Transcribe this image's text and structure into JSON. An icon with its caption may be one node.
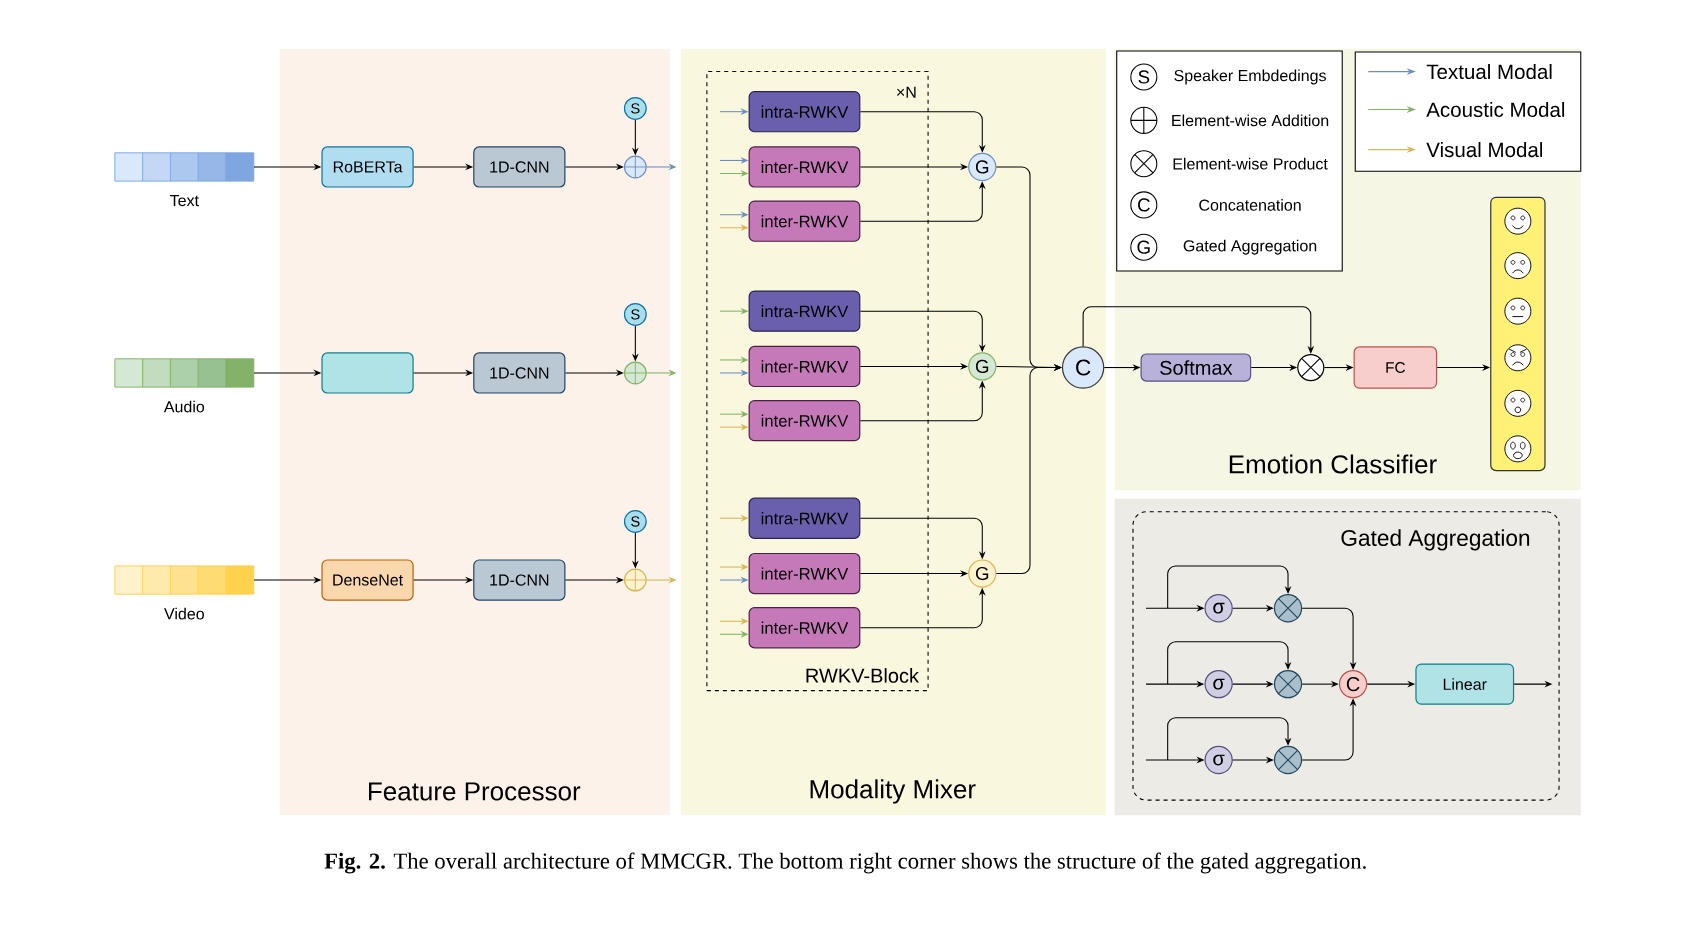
{
  "diagram": {
    "caption": "**Fig. 2.** The overall architecture of MMCGR. The bottom right corner shows the structure of the gated aggregation.",
    "nodes": [
      {
        "text": [
          "Feature Processor"
        ]
      },
      {
        "text": [
          "Modality Mixer"
        ]
      },
      {
        "text": [
          "Emotion Classifier"
        ]
      },
      {
        "text": [
          "Gated Aggregation"
        ]
      },
      {
        "text": [
          "×N",
          "RWKV-Block"
        ],
        "in": 1
      },
      {
        "text": [],
        "shape": "bar",
        "beside": [
          "Text"
        ]
      },
      {
        "text": [
          "RoBERTa"
        ],
        "in": 0
      },
      {
        "text": [
          "1D-CNN"
        ],
        "in": 0
      },
      {
        "text": [
          "S"
        ],
        "in": 0
      },
      {
        "text": [],
        "shape": "circle",
        "in": 0
      },
      {
        "text": [],
        "shape": "bar",
        "beside": [
          "Audio"
        ]
      },
      {
        "text": [],
        "shape": "box",
        "in": 0
      },
      {
        "text": [
          "1D-CNN"
        ],
        "in": 0
      },
      {
        "text": [
          "S"
        ],
        "in": 0
      },
      {
        "text": [],
        "shape": "circle",
        "in": 0
      },
      {
        "text": [],
        "shape": "bar",
        "beside": [
          "Video"
        ]
      },
      {
        "text": [
          "DenseNet"
        ],
        "in": 0
      },
      {
        "text": [
          "1D-CNN"
        ],
        "in": 0
      },
      {
        "text": [
          "S"
        ],
        "in": 0
      },
      {
        "text": [],
        "shape": "circle",
        "in": 0
      },
      {
        "text": [
          "intra-RWKV"
        ],
        "in": 4
      },
      {
        "text": [
          "inter-RWKV"
        ],
        "in": 4
      },
      {
        "text": [
          "inter-RWKV"
        ],
        "in": 4
      },
      {
        "text": [
          "intra-RWKV"
        ],
        "in": 4
      },
      {
        "text": [
          "inter-RWKV"
        ],
        "in": 4
      },
      {
        "text": [
          "inter-RWKV"
        ],
        "in": 4
      },
      {
        "text": [
          "intra-RWKV"
        ],
        "in": 4
      },
      {
        "text": [
          "inter-RWKV"
        ],
        "in": 4
      },
      {
        "text": [
          "inter-RWKV"
        ],
        "in": 4
      },
      {
        "text": [
          "G"
        ],
        "in": 1
      },
      {
        "text": [
          "G"
        ],
        "in": 1
      },
      {
        "text": [
          "G"
        ],
        "in": 1
      },
      {
        "text": [
          "C"
        ],
        "in": 1
      },
      {
        "text": [
          "Softmax"
        ],
        "in": 2
      },
      {
        "text": [],
        "shape": "circle",
        "in": 2
      },
      {
        "text": [
          "FC"
        ],
        "in": 2
      },
      {
        "text": [],
        "shape": "bar",
        "in": 2
      },
      {
        "text": [
          "σ"
        ],
        "in": 3
      },
      {
        "text": [
          "σ"
        ],
        "in": 3
      },
      {
        "text": [
          "σ"
        ],
        "in": 3
      },
      {
        "text": [],
        "shape": "circle",
        "in": 3
      },
      {
        "text": [],
        "shape": "circle",
        "in": 3
      },
      {
        "text": [],
        "shape": "circle",
        "in": 3
      },
      {
        "text": [
          "C"
        ],
        "in": 3
      },
      {
        "text": [
          "Linear"
        ],
        "in": 3
      }
    ],
    "edges": [
      {
        "from": 5,
        "to": 6,
        "arrow": "to"
      },
      {
        "from": 6,
        "to": 7,
        "arrow": "to"
      },
      {
        "from": 7,
        "to": 9,
        "arrow": "to"
      },
      {
        "from": 8,
        "to": 9,
        "arrow": "to"
      },
      {
        "from": 9,
        "to": null,
        "arrow": "to",
        "color": "#6c8ebf"
      },
      {
        "from": 10,
        "to": 11,
        "arrow": "to"
      },
      {
        "from": 11,
        "to": 12,
        "arrow": "to"
      },
      {
        "from": 12,
        "to": 14,
        "arrow": "to"
      },
      {
        "from": 13,
        "to": 14,
        "arrow": "to"
      },
      {
        "from": 14,
        "to": null,
        "arrow": "to",
        "color": "#82b366"
      },
      {
        "from": 15,
        "to": 16,
        "arrow": "to"
      },
      {
        "from": 16,
        "to": 17,
        "arrow": "to"
      },
      {
        "from": 17,
        "to": 19,
        "arrow": "to"
      },
      {
        "from": 18,
        "to": 19,
        "arrow": "to"
      },
      {
        "from": 19,
        "to": null,
        "arrow": "to",
        "color": "#d6b656"
      },
      {
        "from": null,
        "to": 20,
        "arrow": "to",
        "color": "#6c8ebf"
      },
      {
        "from": null,
        "to": 21,
        "arrow": "to",
        "color": "#6c8ebf"
      },
      {
        "from": null,
        "to": 21,
        "arrow": "to",
        "color": "#82b366"
      },
      {
        "from": null,
        "to": 22,
        "arrow": "to",
        "color": "#6c8ebf"
      },
      {
        "from": null,
        "to": 22,
        "arrow": "to",
        "color": "#d6b656"
      },
      {
        "from": null,
        "to": 23,
        "arrow": "to",
        "color": "#82b366"
      },
      {
        "from": null,
        "to": 24,
        "arrow": "to",
        "color": "#82b366"
      },
      {
        "from": null,
        "to": 24,
        "arrow": "to",
        "color": "#6c8ebf"
      },
      {
        "from": null,
        "to": 25,
        "arrow": "to",
        "color": "#82b366"
      },
      {
        "from": null,
        "to": 25,
        "arrow": "to",
        "color": "#d6b656"
      },
      {
        "from": null,
        "to": 26,
        "arrow": "to",
        "color": "#d6b656"
      },
      {
        "from": null,
        "to": 27,
        "arrow": "to",
        "color": "#d6b656"
      },
      {
        "from": null,
        "to": 27,
        "arrow": "to",
        "color": "#6c8ebf"
      },
      {
        "from": null,
        "to": 28,
        "arrow": "to",
        "color": "#d6b656"
      },
      {
        "from": null,
        "to": 28,
        "arrow": "to",
        "color": "#82b366"
      },
      {
        "from": 20,
        "to": 29,
        "arrow": "to"
      },
      {
        "from": 21,
        "to": 29,
        "arrow": "to"
      },
      {
        "from": 22,
        "to": 29,
        "arrow": "to"
      },
      {
        "from": 23,
        "to": 30,
        "arrow": "to"
      },
      {
        "from": 24,
        "to": 30,
        "arrow": "to"
      },
      {
        "from": 25,
        "to": 30,
        "arrow": "to"
      },
      {
        "from": 26,
        "to": 31,
        "arrow": "to"
      },
      {
        "from": 27,
        "to": 31,
        "arrow": "to"
      },
      {
        "from": 28,
        "to": 31,
        "arrow": "to"
      },
      {
        "from": 29,
        "to": 32,
        "arrow": "to"
      },
      {
        "from": 30,
        "to": 32,
        "arrow": "to"
      },
      {
        "from": 31,
        "to": 32,
        "arrow": "to"
      },
      {
        "from": 32,
        "to": 33,
        "arrow": "to"
      },
      {
        "from": 32,
        "to": 34,
        "arrow": "to"
      },
      {
        "from": 33,
        "to": 34,
        "arrow": "to"
      },
      {
        "from": 34,
        "to": 35,
        "arrow": "to"
      },
      {
        "from": 35,
        "to": 36,
        "arrow": "to"
      },
      {
        "from": null,
        "to": 37,
        "arrow": "to"
      },
      {
        "from": null,
        "to": 40,
        "arrow": "to"
      },
      {
        "from": 37,
        "to": 40,
        "arrow": "to"
      },
      {
        "from": 40,
        "to": 43,
        "arrow": "to"
      },
      {
        "from": null,
        "to": 38,
        "arrow": "to"
      },
      {
        "from": null,
        "to": 41,
        "arrow": "to"
      },
      {
        "from": 38,
        "to": 41,
        "arrow": "to"
      },
      {
        "from": 41,
        "to": 43,
        "arrow": "to"
      },
      {
        "from": null,
        "to": 39,
        "arrow": "to"
      },
      {
        "from": null,
        "to": 42,
        "arrow": "to"
      },
      {
        "from": 39,
        "to": 42,
        "arrow": "to"
      },
      {
        "from": 42,
        "to": 43,
        "arrow": "to"
      },
      {
        "from": 43,
        "to": 44,
        "arrow": "to"
      },
      {
        "from": 44,
        "to": null,
        "arrow": "to"
      }
    ],
    "labels": [
      "S",
      "C",
      "G"
    ],
    "legend": [
      {
        "text": "Speaker Embdedings"
      },
      {
        "text": "Element-wise Addition"
      },
      {
        "text": "Element-wise Product"
      },
      {
        "text": "Concatenation"
      },
      {
        "text": "Gated Aggregation"
      },
      {
        "text": "Textual Modal"
      },
      {
        "text": "Acoustic Modal"
      },
      {
        "text": "Visual Modal"
      }
    ]
  }
}
